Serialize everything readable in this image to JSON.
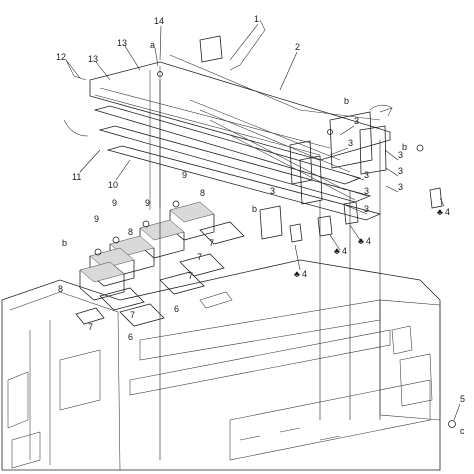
{
  "diagram": {
    "callouts": [
      {
        "id": "c1",
        "text": "1"
      },
      {
        "id": "c2",
        "text": "2"
      },
      {
        "id": "c3a",
        "text": "3"
      },
      {
        "id": "c3b",
        "text": "3"
      },
      {
        "id": "c3c",
        "text": "3"
      },
      {
        "id": "c3d",
        "text": "3"
      },
      {
        "id": "c3e",
        "text": "3"
      },
      {
        "id": "c3f",
        "text": "3"
      },
      {
        "id": "c3g",
        "text": "3"
      },
      {
        "id": "c3h",
        "text": "3"
      },
      {
        "id": "c3i",
        "text": "3"
      },
      {
        "id": "c4a",
        "text": "4"
      },
      {
        "id": "c4b",
        "text": "4"
      },
      {
        "id": "c4c",
        "text": "4"
      },
      {
        "id": "c4d",
        "text": "4"
      },
      {
        "id": "c5",
        "text": "5"
      },
      {
        "id": "c6a",
        "text": "6"
      },
      {
        "id": "c6b",
        "text": "6"
      },
      {
        "id": "c7a",
        "text": "7"
      },
      {
        "id": "c7b",
        "text": "7"
      },
      {
        "id": "c7c",
        "text": "7"
      },
      {
        "id": "c7d",
        "text": "7"
      },
      {
        "id": "c7e",
        "text": "7"
      },
      {
        "id": "c8a",
        "text": "8"
      },
      {
        "id": "c8b",
        "text": "8"
      },
      {
        "id": "c8c",
        "text": "8"
      },
      {
        "id": "c9a",
        "text": "9"
      },
      {
        "id": "c9b",
        "text": "9"
      },
      {
        "id": "c9c",
        "text": "9"
      },
      {
        "id": "c9d",
        "text": "9"
      },
      {
        "id": "c10",
        "text": "10"
      },
      {
        "id": "c11",
        "text": "11"
      },
      {
        "id": "c12",
        "text": "12"
      },
      {
        "id": "c13a",
        "text": "13"
      },
      {
        "id": "c13b",
        "text": "13"
      },
      {
        "id": "c14",
        "text": "14"
      },
      {
        "id": "ca1",
        "text": "a"
      },
      {
        "id": "cb1",
        "text": "b"
      },
      {
        "id": "cb2",
        "text": "b"
      },
      {
        "id": "cb3",
        "text": "b"
      },
      {
        "id": "cb4",
        "text": "b"
      },
      {
        "id": "cc1",
        "text": "c"
      },
      {
        "id": "cclub1",
        "text": "♣"
      },
      {
        "id": "cclub2",
        "text": "♣"
      },
      {
        "id": "cclub3",
        "text": "♣"
      },
      {
        "id": "cclub4",
        "text": "♣"
      }
    ]
  }
}
